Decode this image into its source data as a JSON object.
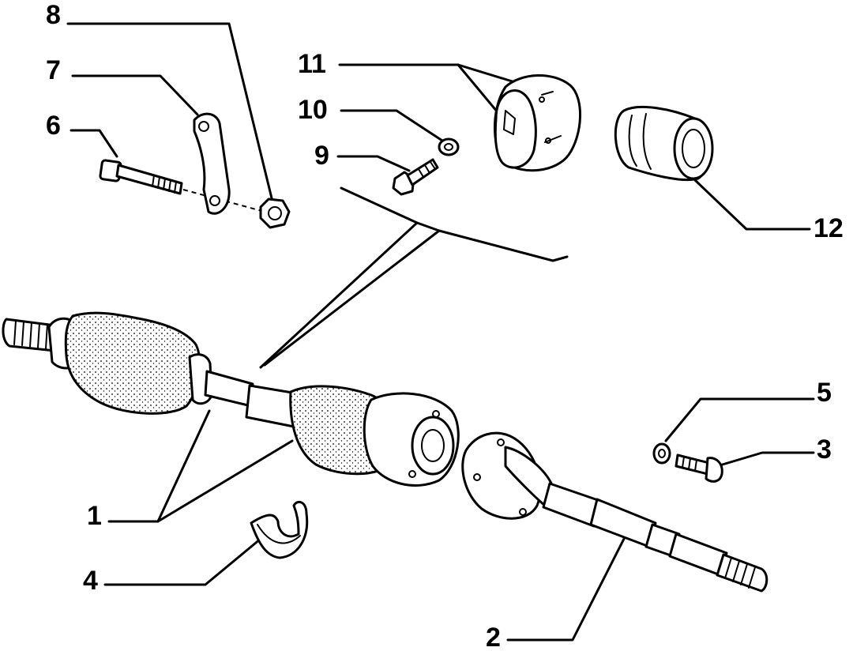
{
  "diagram": {
    "callouts": [
      {
        "id": "1",
        "label": "1"
      },
      {
        "id": "2",
        "label": "2"
      },
      {
        "id": "3",
        "label": "3"
      },
      {
        "id": "4",
        "label": "4"
      },
      {
        "id": "5",
        "label": "5"
      },
      {
        "id": "6",
        "label": "6"
      },
      {
        "id": "7",
        "label": "7"
      },
      {
        "id": "8",
        "label": "8"
      },
      {
        "id": "9",
        "label": "9"
      },
      {
        "id": "10",
        "label": "10"
      },
      {
        "id": "11",
        "label": "11"
      },
      {
        "id": "12",
        "label": "12"
      }
    ],
    "parts": [
      {
        "callout": "1",
        "icon": "cv-joint-boot-icon"
      },
      {
        "callout": "2",
        "icon": "drive-shaft-icon"
      },
      {
        "callout": "3",
        "icon": "bolt-icon"
      },
      {
        "callout": "4",
        "icon": "half-shell-bracket-icon"
      },
      {
        "callout": "5",
        "icon": "washer-icon"
      },
      {
        "callout": "6",
        "icon": "long-bolt-icon"
      },
      {
        "callout": "7",
        "icon": "strap-plate-icon"
      },
      {
        "callout": "8",
        "icon": "hex-nut-icon"
      },
      {
        "callout": "9",
        "icon": "screw-icon"
      },
      {
        "callout": "10",
        "icon": "washer-icon"
      },
      {
        "callout": "11",
        "icon": "bearing-support-icon"
      },
      {
        "callout": "12",
        "icon": "bearing-icon"
      }
    ]
  }
}
